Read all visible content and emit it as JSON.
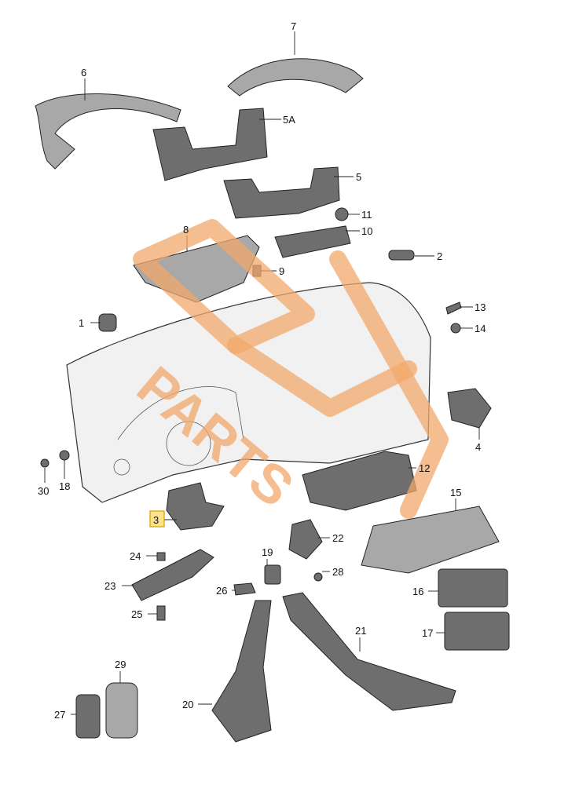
{
  "callouts": [
    {
      "id": "1",
      "text": "1"
    },
    {
      "id": "2",
      "text": "2"
    },
    {
      "id": "3",
      "text": "3"
    },
    {
      "id": "4",
      "text": "4"
    },
    {
      "id": "5",
      "text": "5"
    },
    {
      "id": "5A",
      "text": "5A"
    },
    {
      "id": "6",
      "text": "6"
    },
    {
      "id": "7",
      "text": "7"
    },
    {
      "id": "8",
      "text": "8"
    },
    {
      "id": "9",
      "text": "9"
    },
    {
      "id": "10",
      "text": "10"
    },
    {
      "id": "11",
      "text": "11"
    },
    {
      "id": "12",
      "text": "12"
    },
    {
      "id": "13",
      "text": "13"
    },
    {
      "id": "14",
      "text": "14"
    },
    {
      "id": "15",
      "text": "15"
    },
    {
      "id": "16",
      "text": "16"
    },
    {
      "id": "17",
      "text": "17"
    },
    {
      "id": "18",
      "text": "18"
    },
    {
      "id": "19",
      "text": "19"
    },
    {
      "id": "20",
      "text": "20"
    },
    {
      "id": "21",
      "text": "21"
    },
    {
      "id": "22",
      "text": "22"
    },
    {
      "id": "23",
      "text": "23"
    },
    {
      "id": "24",
      "text": "24"
    },
    {
      "id": "25",
      "text": "25"
    },
    {
      "id": "26",
      "text": "26"
    },
    {
      "id": "27",
      "text": "27"
    },
    {
      "id": "28",
      "text": "28"
    },
    {
      "id": "29",
      "text": "29"
    },
    {
      "id": "30",
      "text": "30"
    }
  ],
  "highlighted_callout": "3",
  "colors": {
    "watermark": "#f2a86b",
    "highlight": "#fde28a"
  },
  "watermark": {
    "logo": "partsgeek-style watermark logo"
  }
}
